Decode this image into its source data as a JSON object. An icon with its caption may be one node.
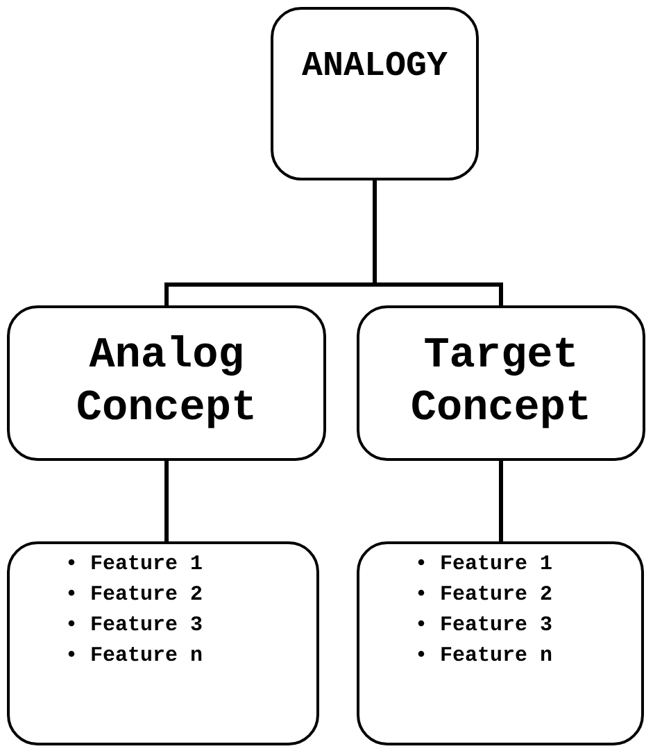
{
  "diagram": {
    "nodes": [
      {
        "text": [
          "ANALOGY"
        ]
      },
      {
        "text": [
          "Analog Concept"
        ]
      },
      {
        "text": [
          "Target Concept"
        ]
      },
      {
        "text": [
          "• Feature 1",
          "• Feature 2",
          "• Feature 3",
          "• Feature n"
        ]
      },
      {
        "text": [
          "• Feature 1",
          "• Feature 2",
          "• Feature 3",
          "• Feature n"
        ]
      }
    ],
    "edges": [
      {
        "from": 0,
        "to": 1,
        "arrow": "none"
      },
      {
        "from": 0,
        "to": 2,
        "arrow": "none"
      },
      {
        "from": 1,
        "to": 3,
        "arrow": "none"
      },
      {
        "from": 2,
        "to": 4,
        "arrow": "none"
      }
    ]
  }
}
